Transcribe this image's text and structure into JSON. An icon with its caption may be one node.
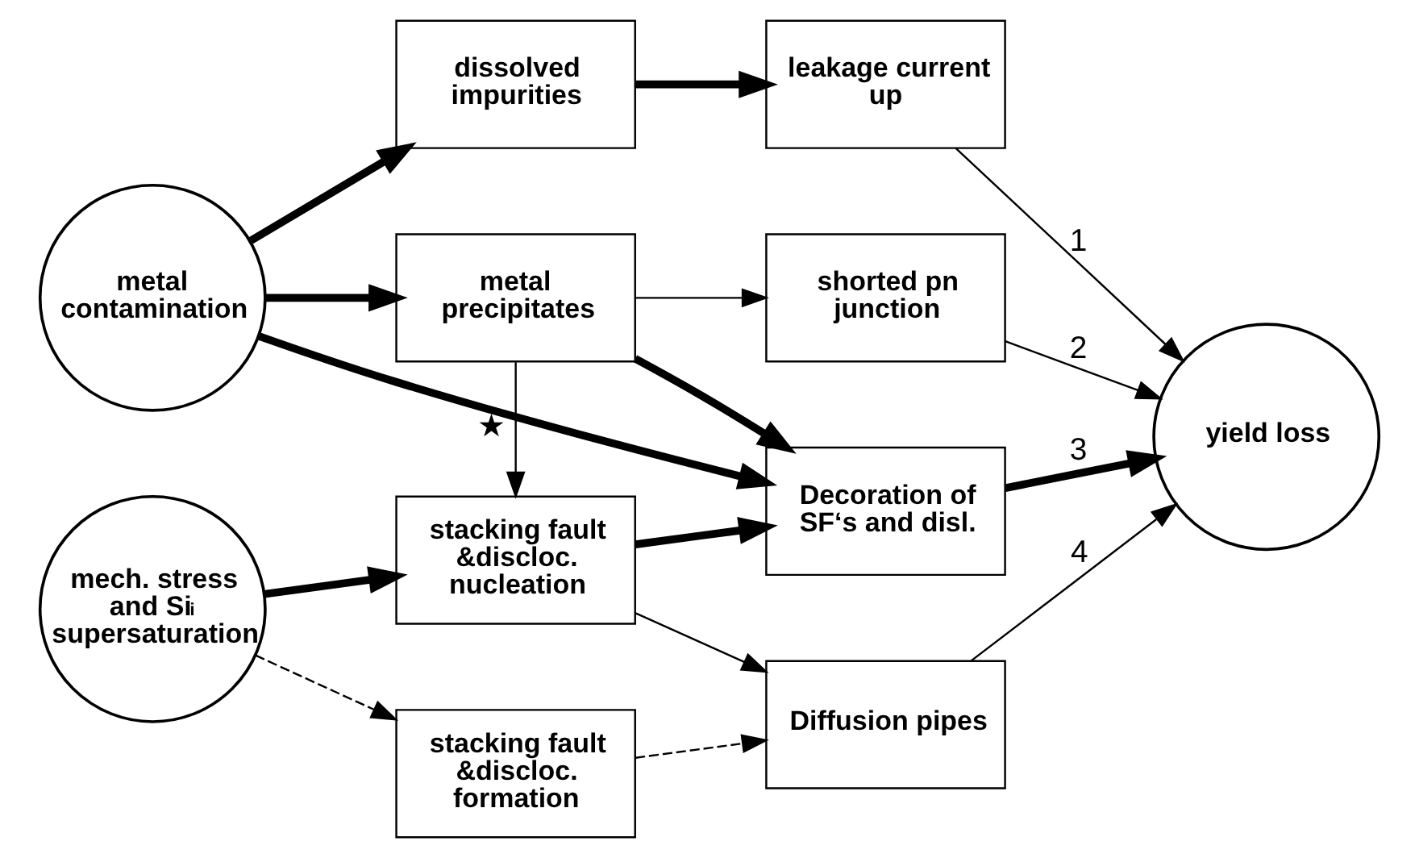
{
  "diagram": {
    "nodes": [
      {
        "text": [
          "metal contamination"
        ]
      },
      {
        "text": [
          "mech. stress and Si$_{i}$ supersaturation"
        ]
      },
      {
        "text": [
          "dissolved impurities"
        ]
      },
      {
        "text": [
          "metal precipitates"
        ]
      },
      {
        "text": [
          "stacking fault &discloc. nucleation"
        ]
      },
      {
        "text": [
          "stacking fault &discloc. formation"
        ]
      },
      {
        "text": [
          "leakage current up"
        ]
      },
      {
        "text": [
          "shorted pn junction"
        ]
      },
      {
        "text": [
          "Decoration of SF‘s and disl."
        ]
      },
      {
        "text": [
          "Diffusion pipes"
        ]
      },
      {
        "text": [
          "yield loss"
        ]
      }
    ],
    "edges": [
      {
        "from": 0,
        "to": 2,
        "arrow": "to",
        "style": "thick"
      },
      {
        "from": 0,
        "to": 3,
        "arrow": "to",
        "style": "thick"
      },
      {
        "from": 0,
        "to": 8,
        "arrow": "to",
        "style": "thick"
      },
      {
        "from": 3,
        "to": 4,
        "arrow": "to",
        "label": "★"
      },
      {
        "from": 1,
        "to": 4,
        "arrow": "to",
        "style": "thick"
      },
      {
        "from": 1,
        "to": 5,
        "arrow": "to",
        "style": "dashed"
      },
      {
        "from": 2,
        "to": 6,
        "arrow": "to",
        "style": "thick"
      },
      {
        "from": 3,
        "to": 7,
        "arrow": "to"
      },
      {
        "from": 3,
        "to": 8,
        "arrow": "to",
        "style": "thick"
      },
      {
        "from": 4,
        "to": 8,
        "arrow": "to",
        "style": "thick"
      },
      {
        "from": 4,
        "to": 9,
        "arrow": "to"
      },
      {
        "from": 5,
        "to": 9,
        "arrow": "to",
        "style": "dashed"
      },
      {
        "from": 6,
        "to": 10,
        "arrow": "to",
        "label": "1"
      },
      {
        "from": 7,
        "to": 10,
        "arrow": "to",
        "label": "2"
      },
      {
        "from": 8,
        "to": 10,
        "arrow": "to",
        "label": "3",
        "style": "thick"
      },
      {
        "from": 9,
        "to": 10,
        "arrow": "to",
        "label": "4"
      }
    ]
  }
}
